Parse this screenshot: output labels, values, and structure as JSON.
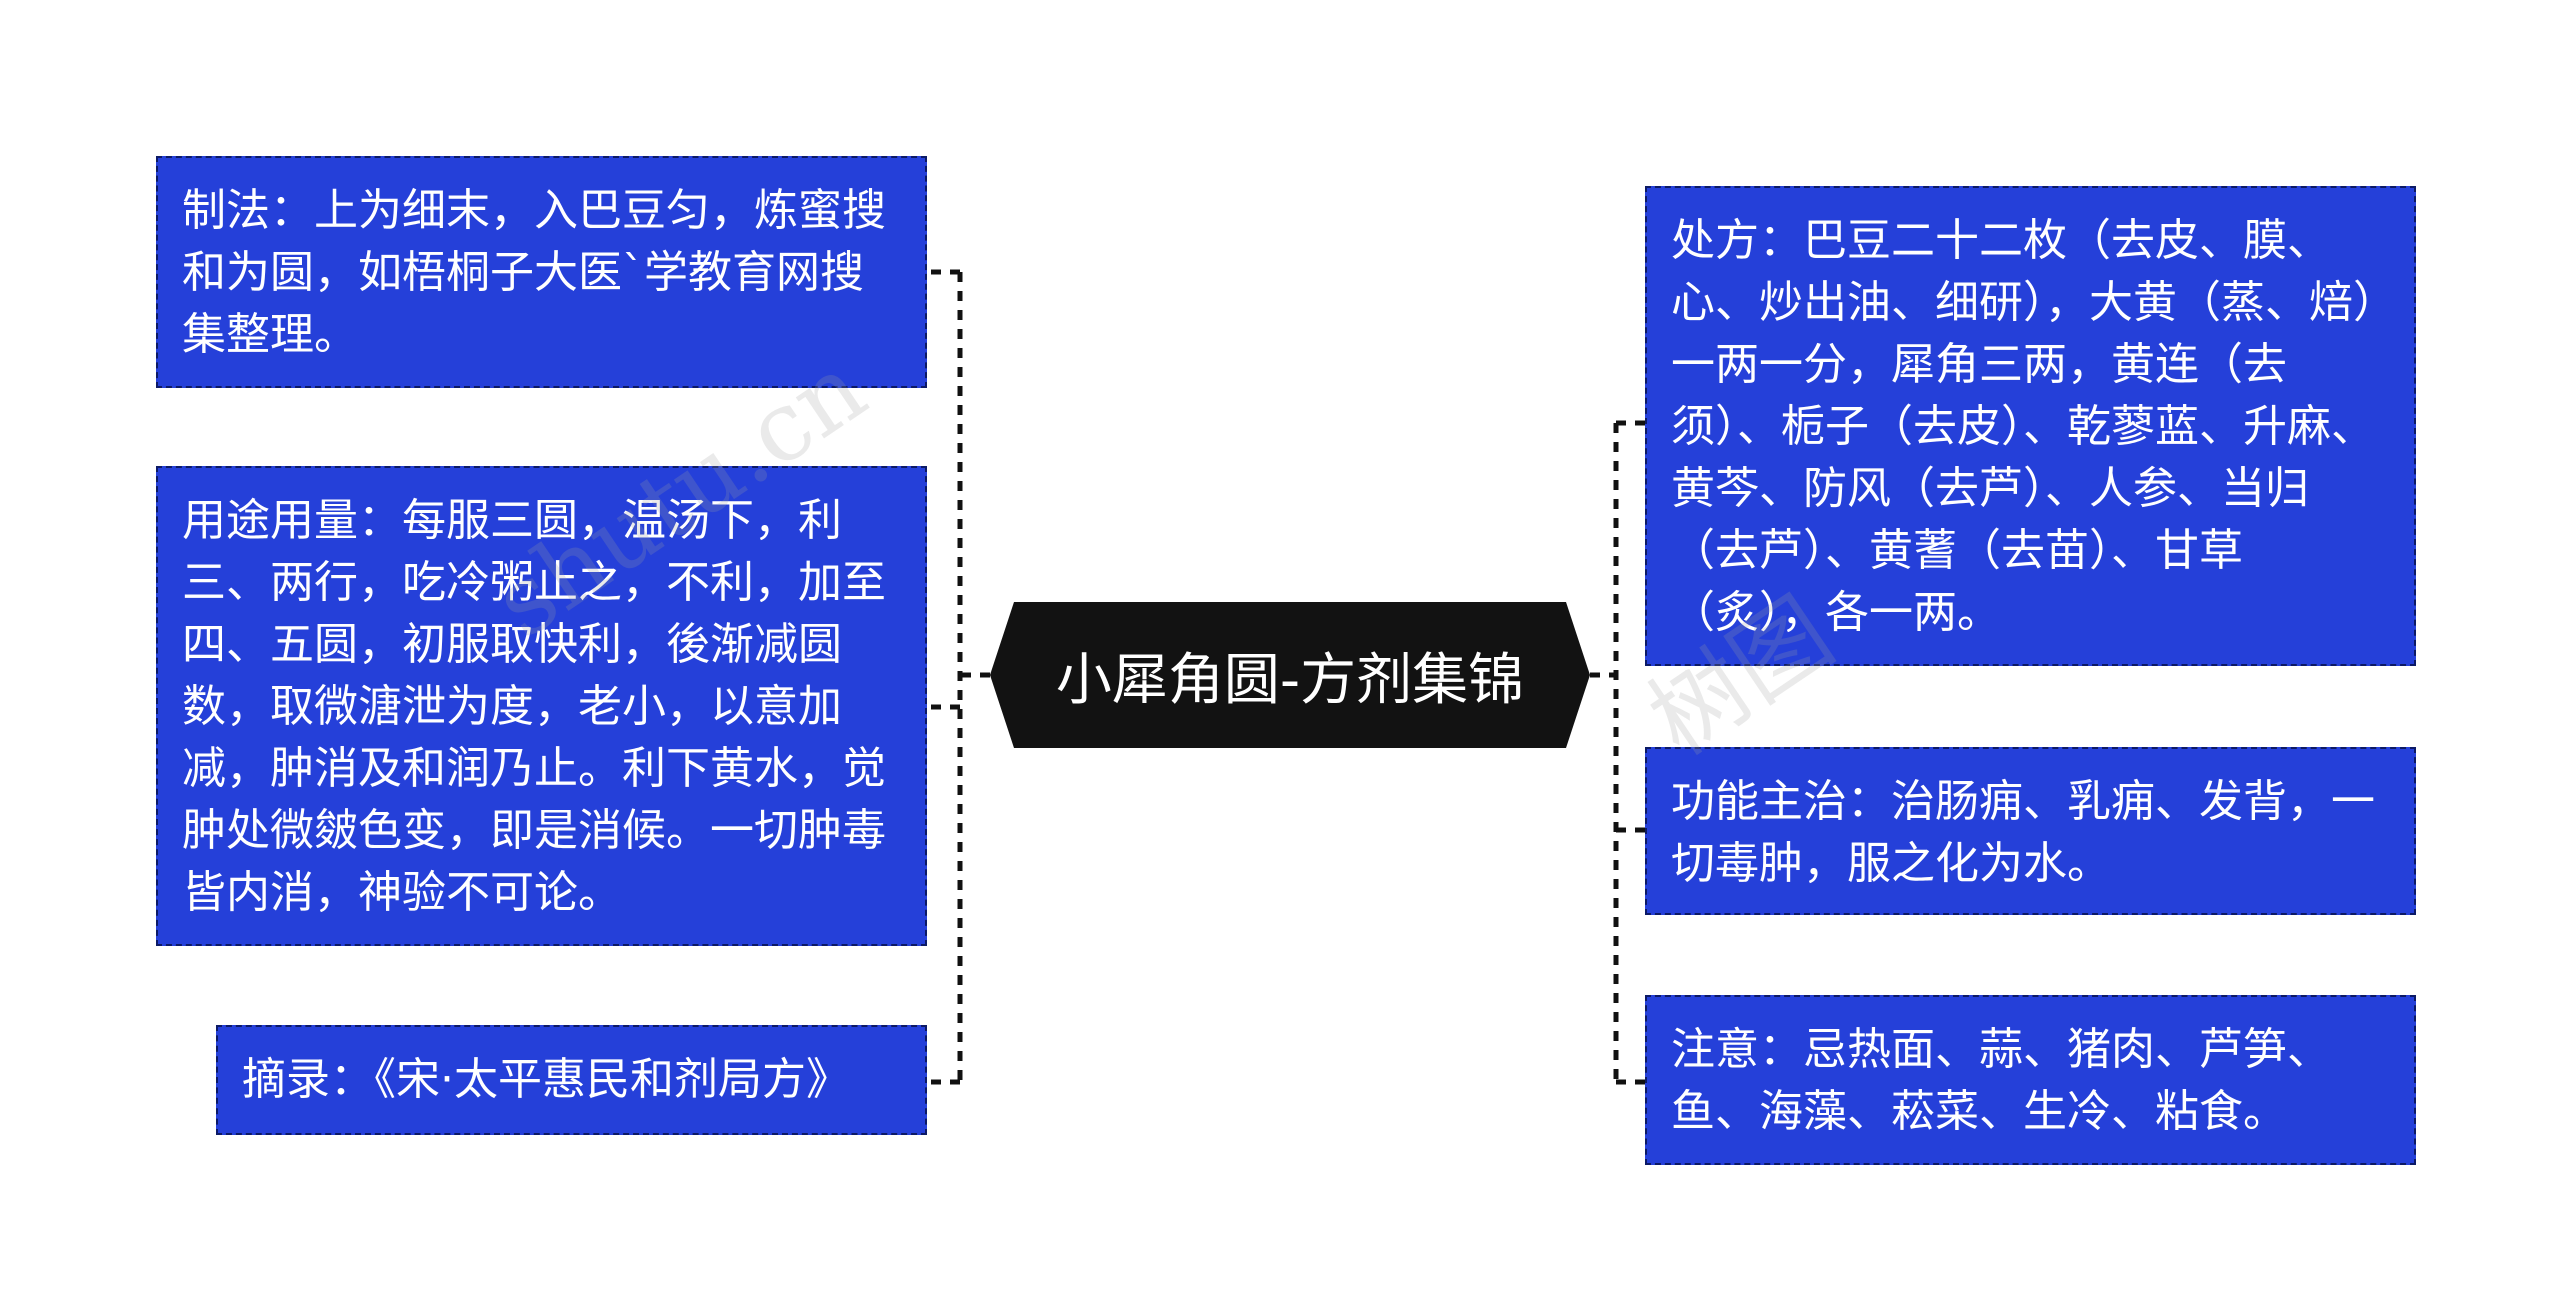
{
  "center": {
    "title": "小犀角圆-方剂集锦"
  },
  "left_nodes": [
    {
      "text": "制法：上为细末，入巴豆匀，炼蜜搜和为圆，如梧桐子大医`学教育网搜集整理。"
    },
    {
      "text": "用途用量：每服三圆，温汤下，利三、两行，吃冷粥止之，不利，加至四、五圆，初服取快利，後渐减圆数，取微溏泄为度，老小，以意加减，肿消及和润乃止。利下黄水，觉肿处微皴色变，即是消候。一切肿毒皆内消，神验不可论。"
    },
    {
      "text": "摘录：《宋·太平惠民和剂局方》"
    }
  ],
  "right_nodes": [
    {
      "text": "处方：巴豆二十二枚（去皮、膜、心、炒出油、细研），大黄（蒸、焙）一两一分，犀角三两，黄连（去须）、栀子（去皮）、乾蓼蓝、升麻、黄芩、防风（去芦）、人参、当归（去芦）、黄蓍（去苗）、甘草（炙），各一两。"
    },
    {
      "text": "功能主治：治肠痈、乳痈、发背，一切毒肿，服之化为水。"
    },
    {
      "text": "注意：忌热面、蒜、猪肉、芦笋、鱼、海藻、菘菜、生冷、粘食。"
    }
  ],
  "watermarks": [
    "shutu.cn",
    "树图"
  ]
}
